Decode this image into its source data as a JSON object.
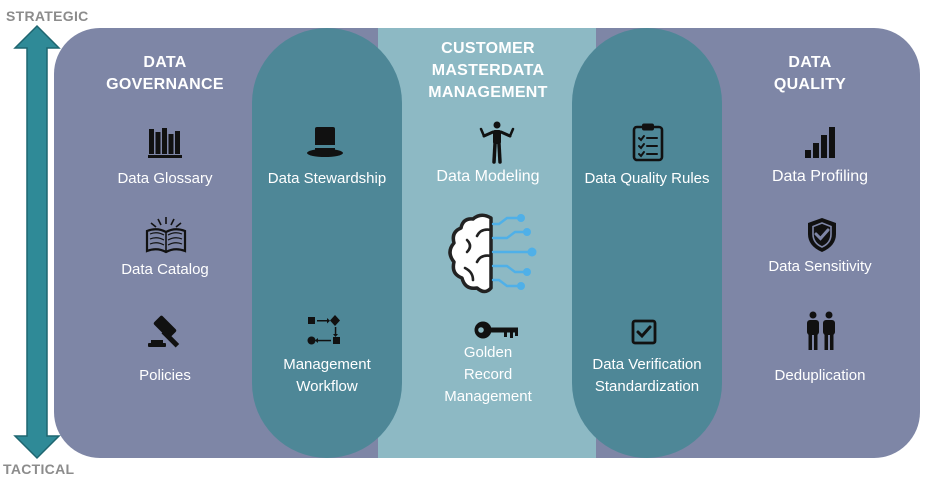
{
  "axis": {
    "top": "STRATEGIC",
    "bottom": "TACTICAL"
  },
  "columns": {
    "governance": {
      "heading_1": "DATA",
      "heading_2": "GOVERNANCE"
    },
    "center": {
      "heading_1": "CUSTOMER",
      "heading_2": "MASTERDATA",
      "heading_3": "MANAGEMENT"
    },
    "quality": {
      "heading_1": "DATA",
      "heading_2": "QUALITY"
    }
  },
  "items": {
    "data_glossary": "Data Glossary",
    "data_catalog": "Data Catalog",
    "policies": "Policies",
    "data_stewardship": "Data Stewardship",
    "management_workflow_1": "Management",
    "management_workflow_2": "Workflow",
    "data_modeling": "Data Modeling",
    "golden_1": "Golden",
    "golden_2": "Record",
    "golden_3": "Management",
    "data_quality_rules": "Data Quality Rules",
    "verification_1": "Data Verification",
    "verification_2": "Standardization",
    "data_profiling": "Data Profiling",
    "data_sensitivity": "Data Sensitivity",
    "deduplication": "Deduplication"
  },
  "icons": {
    "books": "books-icon",
    "open_book": "open-book-icon",
    "gavel": "gavel-icon",
    "top_hat": "top-hat-icon",
    "workflow": "workflow-icon",
    "person": "person-icon",
    "brain": "ai-brain-icon",
    "key": "key-icon",
    "clipboard": "clipboard-checklist-icon",
    "checkbox": "checkbox-icon",
    "bars": "signal-bars-icon",
    "shield": "shield-check-icon",
    "people": "two-people-icon"
  },
  "colors": {
    "outer_panel": "#7e86a6",
    "pill": "#4e8797",
    "center": "#8db9c4",
    "arrow": "#2f8a97",
    "brain_accent": "#4fb0e8"
  }
}
